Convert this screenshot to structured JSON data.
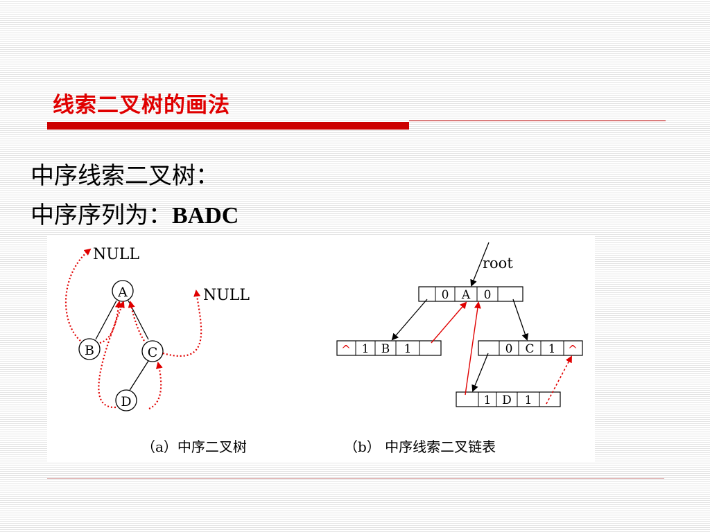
{
  "slide": {
    "title": "线索二叉树的画法",
    "heading": "中序线索二叉树：",
    "sequence_prefix": "中序序列为：",
    "sequence": "BADC"
  },
  "figure": {
    "tree": {
      "nodes": [
        "A",
        "B",
        "C",
        "D"
      ],
      "null_label": "NULL",
      "caption": "（a）中序二叉树"
    },
    "list": {
      "root_label": "root",
      "caption": "（b） 中序线索二叉链表",
      "nodes": [
        {
          "ltag": "0",
          "data": "A",
          "rtag": "0"
        },
        {
          "ltag": "1",
          "data": "B",
          "rtag": "1"
        },
        {
          "ltag": "0",
          "data": "C",
          "rtag": "1"
        },
        {
          "ltag": "1",
          "data": "D",
          "rtag": "1"
        }
      ],
      "null_symbol": "^"
    },
    "colors": {
      "thread": "#e00000",
      "link": "#000000"
    }
  }
}
